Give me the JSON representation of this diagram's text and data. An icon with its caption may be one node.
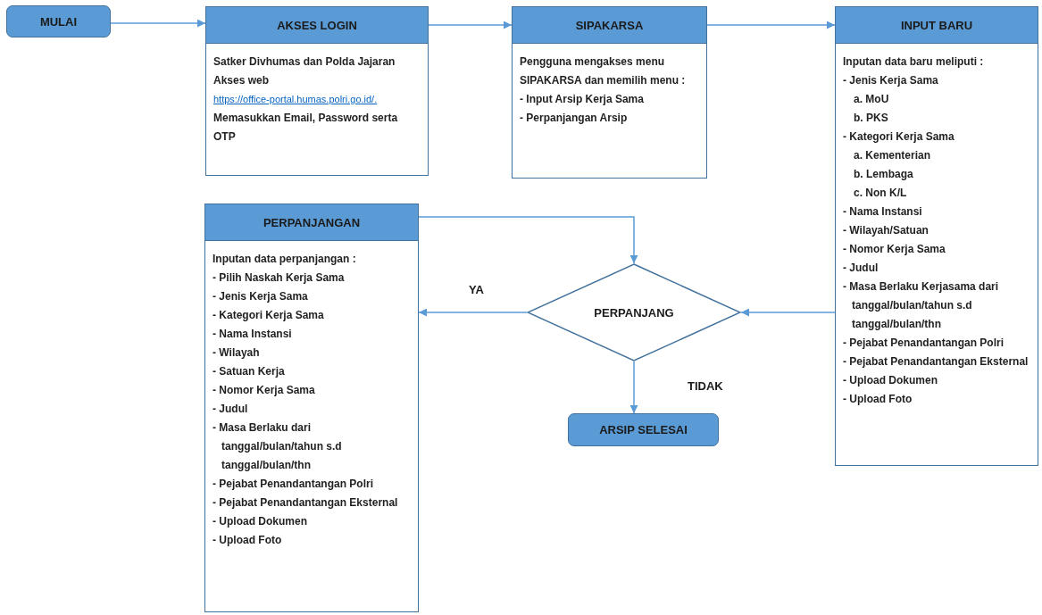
{
  "diagram": {
    "nodes": [
      {
        "text": [
          "MULAI"
        ]
      },
      {
        "text": [
          "AKSES LOGIN",
          "Satker Divhumas dan Polda Jajaran Akses web",
          "https://office-portal.humas.polri.go.id/.",
          "Memasukkan Email, Password serta OTP"
        ]
      },
      {
        "text": [
          "SIPAKARSA",
          "Pengguna mengakses menu SIPAKARSA dan memilih menu :",
          "-  Input Arsip Kerja Sama",
          "-  Perpanjangan Arsip"
        ]
      },
      {
        "text": [
          "INPUT BARU",
          "Inputan data baru meliputi  :",
          "- Jenis Kerja Sama",
          "a. MoU",
          "b. PKS",
          "- Kategori Kerja Sama",
          "a. Kementerian",
          "b. Lembaga",
          "c. Non K/L",
          "- Nama Instansi",
          "- Wilayah/Satuan",
          "- Nomor Kerja Sama",
          "- Judul",
          "- Masa Berlaku Kerjasama dari tanggal/bulan/tahun s.d tanggal/bulan/thn",
          "- Pejabat Penandantangan Polri",
          "- Pejabat Penandantangan Eksternal",
          "- Upload Dokumen",
          "- Upload Foto"
        ]
      },
      {
        "text": [
          "PERPANJANGAN",
          "Inputan data perpanjangan  :",
          "- Pilih Naskah Kerja Sama",
          "- Jenis Kerja Sama",
          "- Kategori Kerja Sama",
          "- Nama Instansi",
          "- Wilayah",
          "- Satuan Kerja",
          "- Nomor Kerja Sama",
          "- Judul",
          "- Masa Berlaku dari tanggal/bulan/tahun s.d tanggal/bulan/thn",
          "- Pejabat Penandantangan Polri",
          "- Pejabat Penandantangan Eksternal",
          "- Upload Dokumen",
          "- Upload Foto"
        ]
      },
      {
        "text": [
          "PERPANJANG"
        ]
      },
      {
        "text": [
          "ARSIP SELESAI"
        ]
      }
    ],
    "edges": [
      {
        "from": 0,
        "to": 1,
        "arrow": "to"
      },
      {
        "from": 1,
        "to": 2,
        "arrow": "to"
      },
      {
        "from": 2,
        "to": 3,
        "arrow": "to"
      },
      {
        "from": 3,
        "to": 5,
        "arrow": "to"
      },
      {
        "from": 5,
        "to": 4,
        "arrow": "to",
        "label": "YA"
      },
      {
        "from": 4,
        "to": 5,
        "arrow": "to"
      },
      {
        "from": 5,
        "to": 6,
        "arrow": "to",
        "label": "TIDAK"
      }
    ]
  }
}
